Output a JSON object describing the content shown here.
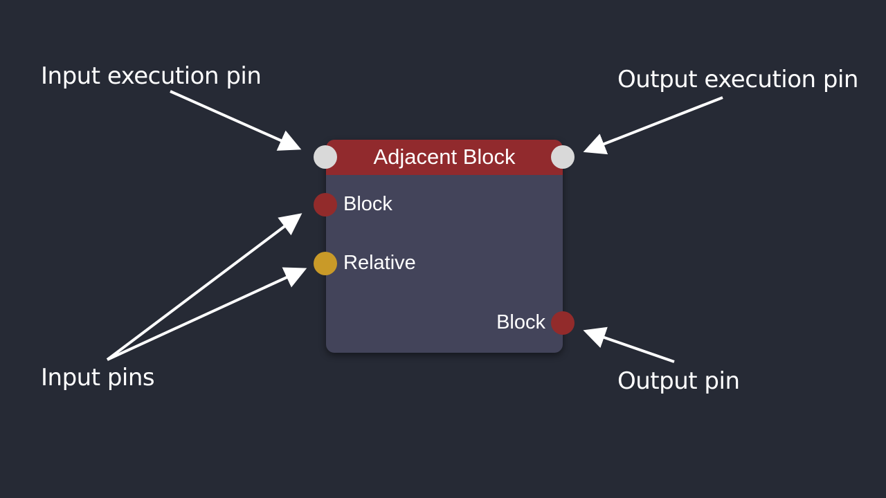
{
  "annotations": {
    "input_execution_pin": "Input execution pin",
    "output_execution_pin": "Output execution pin",
    "input_pins": "Input pins",
    "output_pin": "Output pin"
  },
  "node": {
    "title": "Adjacent Block",
    "input_pins": [
      {
        "label": "Block",
        "color": "#922b2b"
      },
      {
        "label": "Relative",
        "color": "#c99a28"
      }
    ],
    "output_pins": [
      {
        "label": "Block",
        "color": "#922b2b"
      }
    ],
    "execution_pin_color": "#d9d9d9",
    "header_color": "#912a2d",
    "body_color": "#43445a"
  },
  "colors": {
    "background": "#262a35",
    "arrow": "#ffffff",
    "text": "#ffffff"
  }
}
